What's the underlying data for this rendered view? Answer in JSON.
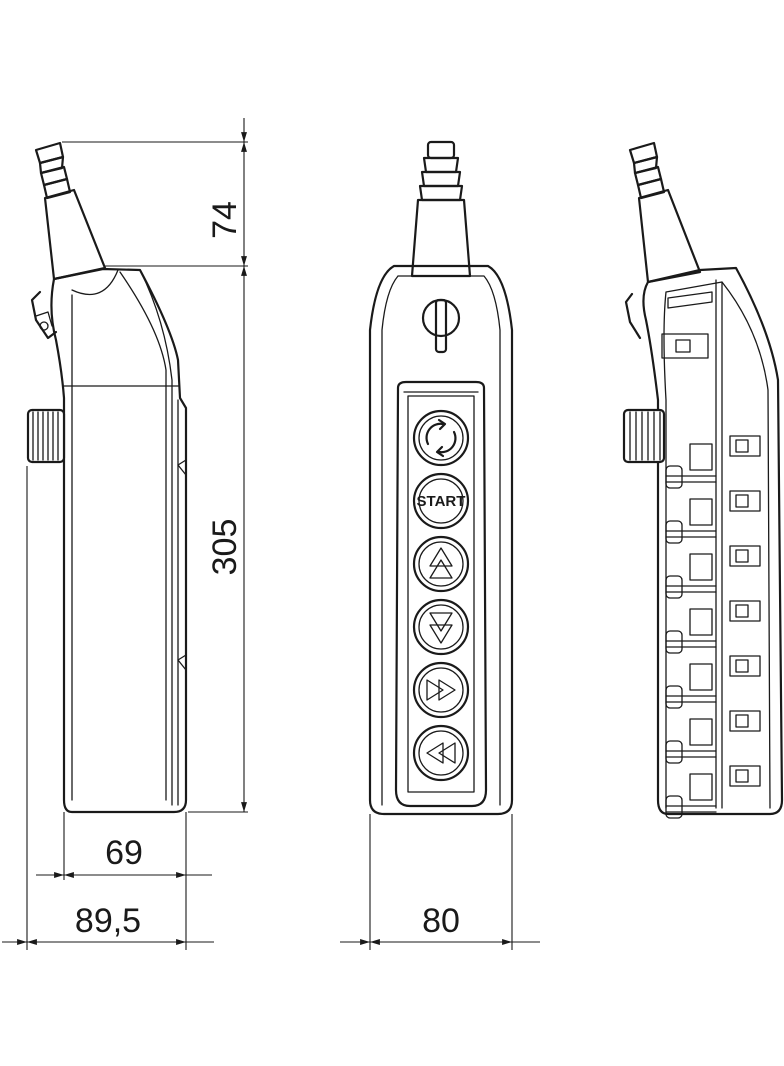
{
  "dimensions": {
    "cable_gland_height": "74",
    "body_height": "305",
    "body_depth": "69",
    "overall_depth": "89,5",
    "body_width": "80"
  },
  "buttons": [
    {
      "icon": "rotation-arrows-icon",
      "label": ""
    },
    {
      "icon": "start-icon",
      "label": "START"
    },
    {
      "icon": "up-arrow-icon",
      "label": ""
    },
    {
      "icon": "down-arrow-icon",
      "label": ""
    },
    {
      "icon": "fast-forward-icon",
      "label": ""
    },
    {
      "icon": "rewind-icon",
      "label": ""
    }
  ]
}
